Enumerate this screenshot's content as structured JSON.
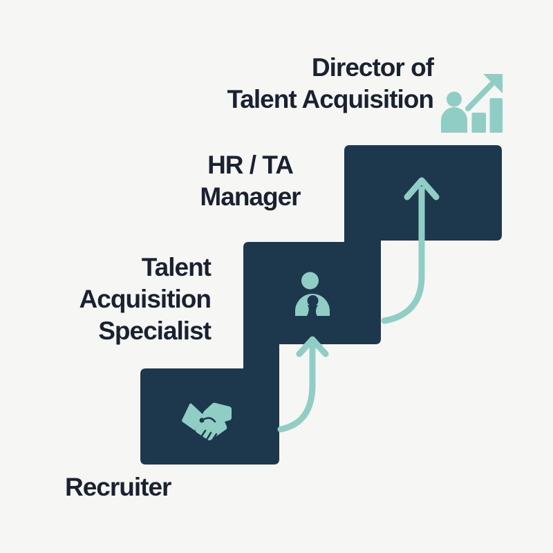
{
  "colors": {
    "background": "#f6f6f4",
    "step": "#1d384d",
    "accent": "#8fcdc5",
    "text": "#1a2231"
  },
  "levels": [
    {
      "id": "recruiter",
      "lines": [
        "Recruiter"
      ],
      "icon": "handshake-icon"
    },
    {
      "id": "talent-acquisition-specialist",
      "lines": [
        "Talent",
        "Acquisition",
        "Specialist"
      ],
      "icon": "person-icon"
    },
    {
      "id": "hr-ta-manager",
      "lines": [
        "HR / TA",
        "Manager"
      ],
      "icon": ""
    },
    {
      "id": "director-of-talent-acquisition",
      "lines": [
        "Director of",
        "Talent Acquisition"
      ],
      "icon": "person-growth-icon"
    }
  ]
}
